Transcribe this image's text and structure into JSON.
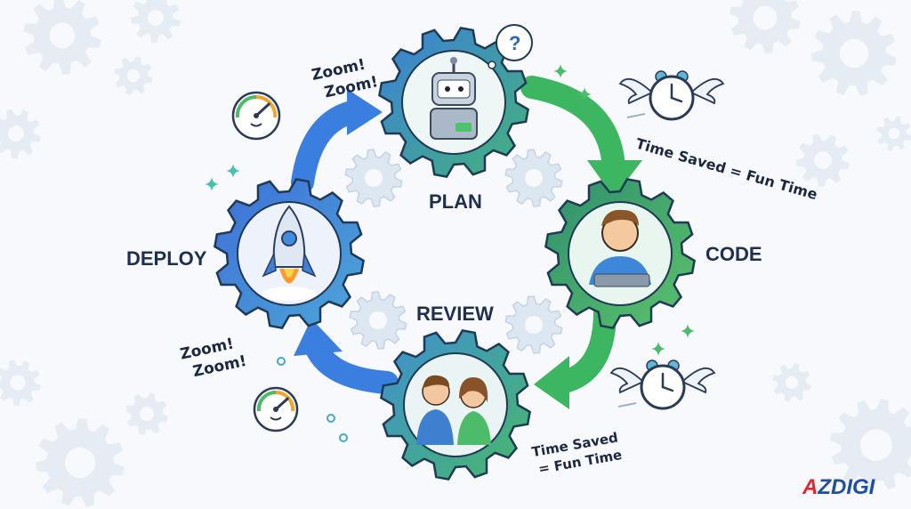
{
  "stages": {
    "plan": "PLAN",
    "code": "CODE",
    "review": "REVIEW",
    "deploy": "DEPLOY"
  },
  "captions": {
    "zoom_top": [
      "Zoom!",
      "Zoom!"
    ],
    "zoom_bottom": [
      "Zoom!",
      "Zoom!"
    ],
    "time_saved_top": "Time Saved = Fun Time",
    "time_saved_bottom": [
      "Time Saved",
      "= Fun Time"
    ],
    "question_mark": "?"
  },
  "logo": {
    "first": "A",
    "rest": "ZDIGI"
  },
  "colors": {
    "background": "#f7f9fc",
    "gear_blue": "#3f7fd6",
    "gear_green": "#3fb45f",
    "arrow_blue": "#3a7fe0",
    "arrow_green": "#3cb661",
    "label_text": "#1f2f4f",
    "logo_red": "#e3262f",
    "logo_blue": "#1e4fa3"
  },
  "icons": [
    "robot-icon",
    "developer-icon",
    "team-icon",
    "rocket-icon",
    "speedometer-icon",
    "winged-clock-icon",
    "sparkle-icon",
    "gear-icon"
  ]
}
